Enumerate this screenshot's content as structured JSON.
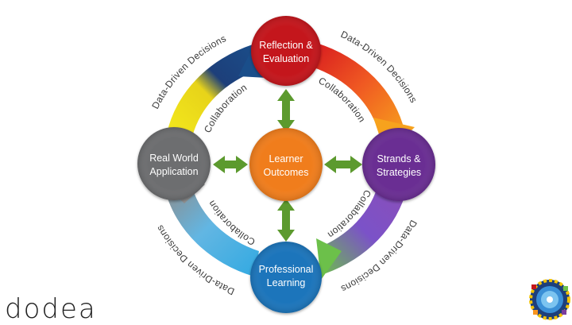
{
  "center": {
    "label": [
      "Learner",
      "Outcomes"
    ],
    "color": "#f07d1a"
  },
  "nodes": {
    "top": {
      "label": [
        "Reflection &",
        "Evaluation"
      ],
      "color": "#c4161c"
    },
    "right": {
      "label": [
        "Strands &",
        "Strategies"
      ],
      "color": "#6a2f93"
    },
    "bottom": {
      "label": [
        "Professional",
        "Learning"
      ],
      "color": "#1b75bb"
    },
    "left": {
      "label": [
        "Real World",
        "Application"
      ],
      "color": "#6d6e70"
    }
  },
  "arc_labels": {
    "collaboration": "Collaboration",
    "data_driven": "Data-Driven Decisions"
  },
  "ring_colors": [
    "#c4161c",
    "#f7941d",
    "#7b3f9e",
    "#6dbf44",
    "#29abe2",
    "#8a8a8a",
    "#f5e81c",
    "#1a4e8a"
  ],
  "arrow_color": "#5c9a2e",
  "logo_text": "dodea"
}
